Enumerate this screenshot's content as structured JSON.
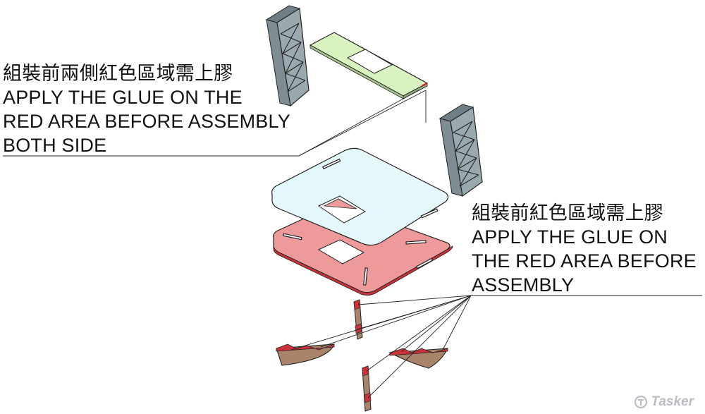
{
  "callouts": {
    "left": {
      "lines": [
        "組裝前兩側紅色區域需上膠",
        "APPLY THE GLUE ON THE",
        "RED AREA BEFORE ASSEMBLY",
        "BOTH SIDE"
      ]
    },
    "right": {
      "lines": [
        "組裝前紅色區域需上膠",
        "APPLY THE GLUE ON",
        "THE RED AREA BEFORE",
        "ASSEMBLY"
      ]
    }
  },
  "watermark": {
    "text": "Tasker",
    "icon": "tasker-logo-icon"
  },
  "colors": {
    "glue_red": "#ee9a9a",
    "glue_edge": "#c8333a",
    "top_panel_green": "#d8f3bf",
    "base_panel_cyan": "#e4f7fa",
    "frame_gray": "#8a9aa0",
    "wood": "#a9836a"
  }
}
